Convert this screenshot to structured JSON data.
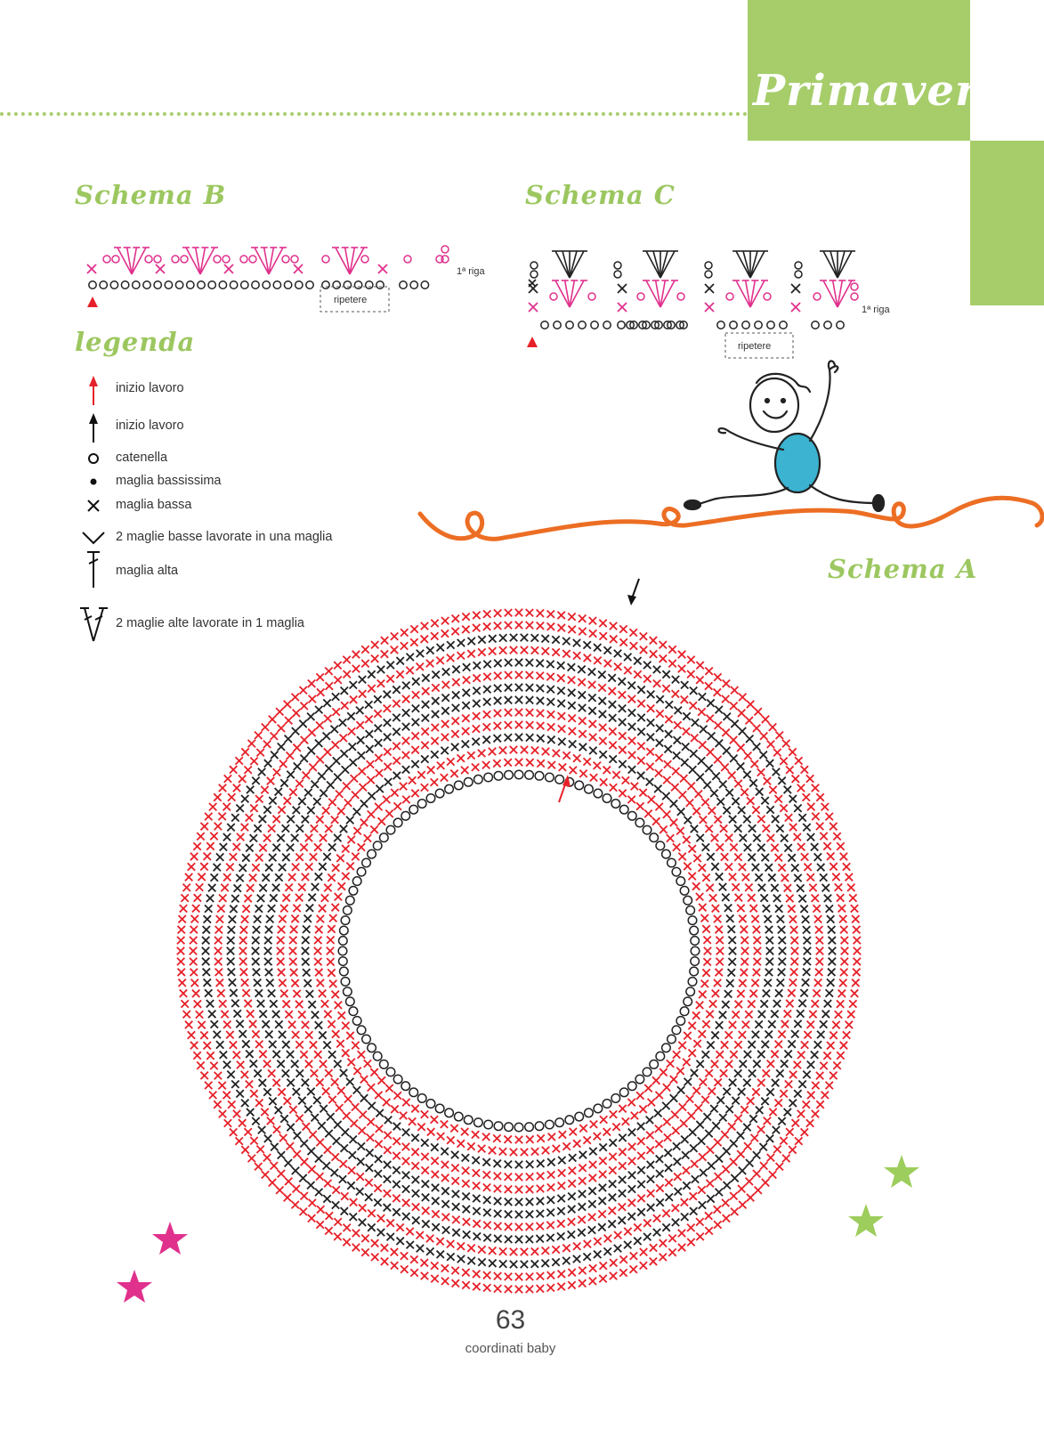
{
  "tab_title": "Primavera",
  "schema_b": {
    "title": "Schema B",
    "row_label": "1ª riga",
    "repeat_label": "ripetere"
  },
  "schema_c": {
    "title": "Schema C",
    "row_label": "1ª riga",
    "repeat_label": "ripetere"
  },
  "legend": {
    "title": "legenda",
    "items": [
      {
        "symbol": "red-arrow-icon",
        "label": "inizio lavoro"
      },
      {
        "symbol": "black-arrow-icon",
        "label": "inizio lavoro"
      },
      {
        "symbol": "chain-circle-icon",
        "label": "catenella"
      },
      {
        "symbol": "slip-dot-icon",
        "label": "maglia bassissima"
      },
      {
        "symbol": "cross-icon",
        "label": "maglia bassa"
      },
      {
        "symbol": "v-icon",
        "label": "2 maglie basse lavorate in una maglia"
      },
      {
        "symbol": "tall-stitch-icon",
        "label": "maglia alta"
      },
      {
        "symbol": "double-tall-icon",
        "label": "2 maglie alte lavorate in 1 maglia"
      }
    ]
  },
  "schema_a": {
    "title": "Schema A"
  },
  "colors": {
    "green": "#a6cd6a",
    "pink": "#e0318d",
    "red": "#e62129",
    "orange": "#ec6e24",
    "blue": "#3bb3d1"
  },
  "page_number": "63",
  "footer": "coordinati baby"
}
